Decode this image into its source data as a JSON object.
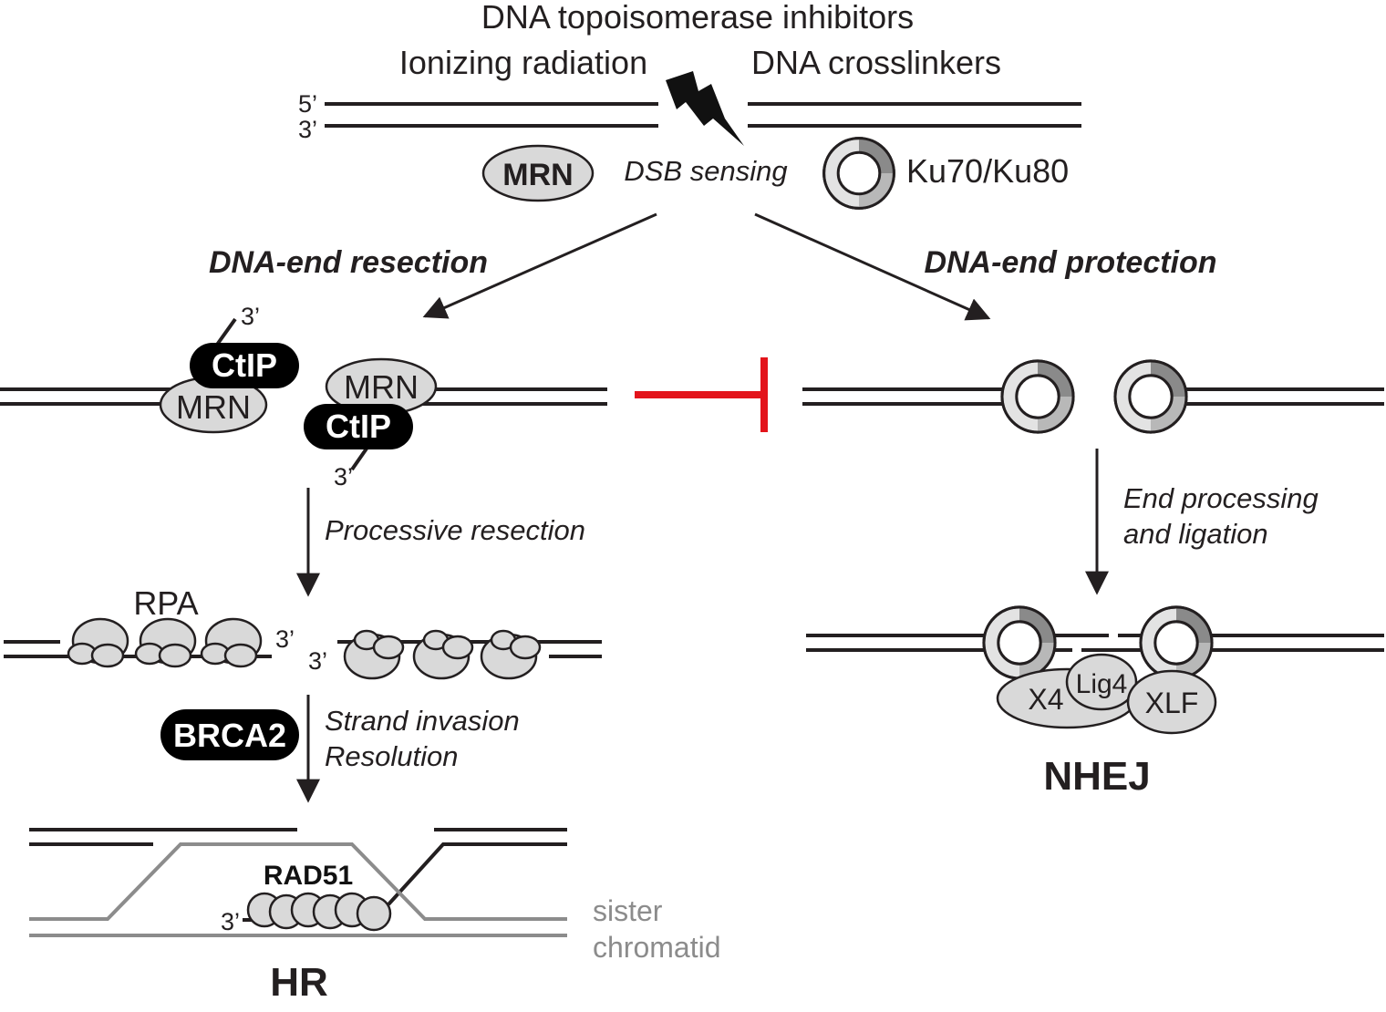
{
  "top": {
    "line1": "DNA topoisomerase inhibitors",
    "left_agent": "Ionizing radiation",
    "right_agent": "DNA crosslinkers",
    "five_prime": "5’",
    "three_prime": "3’"
  },
  "sensing": {
    "mrn": "MRN",
    "label": "DSB sensing",
    "ku": "Ku70/Ku80"
  },
  "branches": {
    "left": "DNA-end resection",
    "right": "DNA-end protection"
  },
  "resection": {
    "ctip": "CtIP",
    "mrn": "MRN",
    "three_prime": "3’",
    "step": "Processive resection",
    "rpa": "RPA"
  },
  "hr": {
    "brca2": "BRCA2",
    "step1": "Strand invasion",
    "step2": "Resolution",
    "rad51": "RAD51",
    "three_prime": "3’",
    "sister1": "sister",
    "sister2": "chromatid",
    "title": "HR"
  },
  "nhej": {
    "step1": "End processing",
    "step2": "and ligation",
    "x4": "X4",
    "lig4": "Lig4",
    "xlf": "XLF",
    "title": "NHEJ"
  },
  "colors": {
    "ink": "#231f20",
    "protein_fill": "#d9d9d9",
    "inhibition": "#e3141b",
    "sister_strand": "#8c8c8c"
  }
}
